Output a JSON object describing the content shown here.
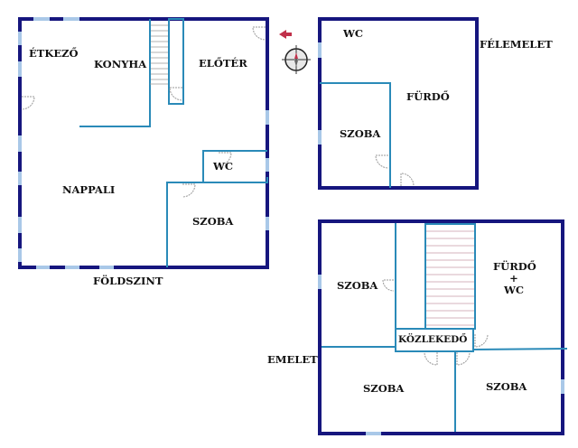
{
  "floors": {
    "ground": {
      "title": "FÖLDSZINT",
      "rooms": [
        "ÉTKEZŐ",
        "KONYHA",
        "ELŐTÉR",
        "WC",
        "NAPPALI",
        "SZOBA"
      ]
    },
    "mezzanine": {
      "title": "FÉLEMELET",
      "rooms": [
        "WC",
        "FÜRDŐ",
        "SZOBA"
      ]
    },
    "upper": {
      "title": "EMELET",
      "rooms": [
        "SZOBA",
        "FÜRDŐ",
        "+",
        "WC",
        "KÖZLEKEDŐ",
        "SZOBA",
        "SZOBA"
      ]
    }
  },
  "compass": {
    "entrance_arrow_color": "#c0304a",
    "icon": "compass-icon"
  },
  "colors": {
    "outer_wall": "#16167e",
    "inner_wall": "#2a8ab8",
    "window": "#a9c8e8"
  }
}
